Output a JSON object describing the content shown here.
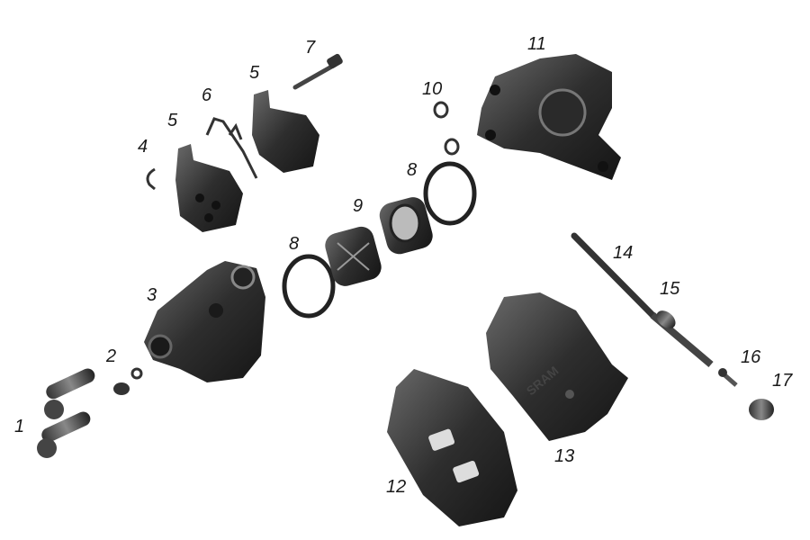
{
  "labels": [
    {
      "id": "1",
      "text": "1"
    },
    {
      "id": "2",
      "text": "2"
    },
    {
      "id": "3",
      "text": "3"
    },
    {
      "id": "4",
      "text": "4"
    },
    {
      "id": "5a",
      "text": "5"
    },
    {
      "id": "6",
      "text": "6"
    },
    {
      "id": "5b",
      "text": "5"
    },
    {
      "id": "7",
      "text": "7"
    },
    {
      "id": "8a",
      "text": "8"
    },
    {
      "id": "9",
      "text": "9"
    },
    {
      "id": "8b",
      "text": "8"
    },
    {
      "id": "10",
      "text": "10"
    },
    {
      "id": "11",
      "text": "11"
    },
    {
      "id": "12",
      "text": "12"
    },
    {
      "id": "13",
      "text": "13"
    },
    {
      "id": "14",
      "text": "14"
    },
    {
      "id": "15",
      "text": "15"
    },
    {
      "id": "16",
      "text": "16"
    },
    {
      "id": "17",
      "text": "17"
    }
  ],
  "logo_text": "SRAM",
  "colors": {
    "part": "#2a2a2a",
    "part_light": "#555555",
    "highlight": "#9a9a9a"
  }
}
